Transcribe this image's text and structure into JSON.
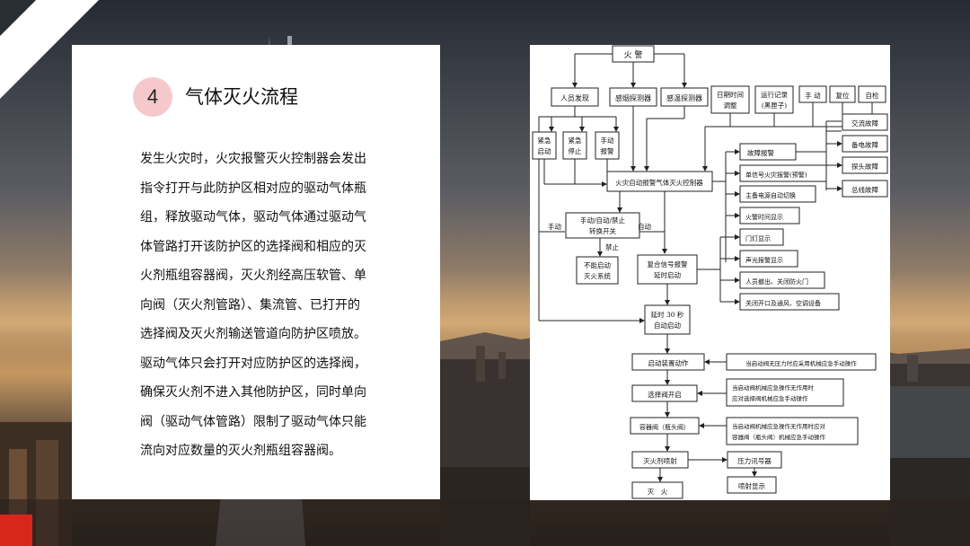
{
  "section": {
    "number": "4",
    "title": "气体灭火流程"
  },
  "description": {
    "lines": [
      "发生火灾时，火灾报警灭火控制器会发出",
      "指令打开与此防护区相对应的驱动气体瓶",
      "组，释放驱动气体，驱动气体通过驱动气",
      "体管路打开该防护区的选择阀和相应的灭",
      "火剂瓶组容器阀，灭火剂经高压软管、单",
      "向阀（灭火剂管路）、集流管、已打开的",
      "选择阀及灭火剂输送管道向防护区喷放。",
      "驱动气体只会打开对应防护区的选择阀，",
      "确保灭火剂不进入其他防护区，同时单向",
      "阀（驱动气体管路）限制了驱动气体只能",
      "流向对应数量的灭火剂瓶组容器阀。"
    ]
  },
  "flowchart": {
    "alarm": "火 警",
    "person_found": "人员发现",
    "smoke_detector": "感烟探测器",
    "heat_detector": "感温探测器",
    "datetime_adjust": [
      "日期时间",
      "调整"
    ],
    "run_record": [
      "运行记录",
      "(黑匣子)"
    ],
    "manual": "手 动",
    "reset": "复位",
    "self_check": "自检",
    "emergency_start": [
      "紧急",
      "启动"
    ],
    "emergency_stop": [
      "紧急",
      "停止"
    ],
    "manual_alarm": [
      "手动",
      "报警"
    ],
    "controller": "火灾自动报警气体灭火控制器",
    "fault_alarm": "故障报警",
    "single_signal": "单信号火灾报警(预警)",
    "power_switch": "主备电源自动切换",
    "alarm_time": "火警时间显示",
    "ac_fault": "交流故障",
    "backup_fault": "备电故障",
    "probe_fault": "探头故障",
    "bus_fault": "总线故障",
    "mode_switch": [
      "手动/自动/禁止",
      "转换开关"
    ],
    "label_manual": "手动",
    "label_auto": "自动",
    "label_forbid": "禁止",
    "cannot_start": [
      "不能启动",
      "灭火系统"
    ],
    "composite_alarm": [
      "复合信号报警",
      "延时启动"
    ],
    "door_light": "门灯显示",
    "sound_light": "声光报警显示",
    "evacuate": "人员撤出、关闭防火门",
    "close_vent": "关闭开口及通风、空调设备",
    "delay_30s": [
      "延时 30 秒",
      "自动启动"
    ],
    "start_device": "启动装置动作",
    "start_note": "当启动阀无压力时应采用机械应急手动操作",
    "select_valve": "选择阀开启",
    "select_note": [
      "当启动阀机械应急操作无作用时",
      "应对选择阀机械应急手动操作"
    ],
    "container_valve": "容器阀（瓶头阀）",
    "container_note": [
      "当启动阀机械应急操作无作用时应对",
      "容器阀（瓶头阀）机械应急手动操作"
    ],
    "agent_spray": "灭火剂喷射",
    "pressure_switch": "压力讯号器",
    "spray_display": "喷射显示",
    "extinguish": "灭　火"
  },
  "colors": {
    "circle": "#f5c9cc",
    "accent_red": "#d9261c"
  }
}
